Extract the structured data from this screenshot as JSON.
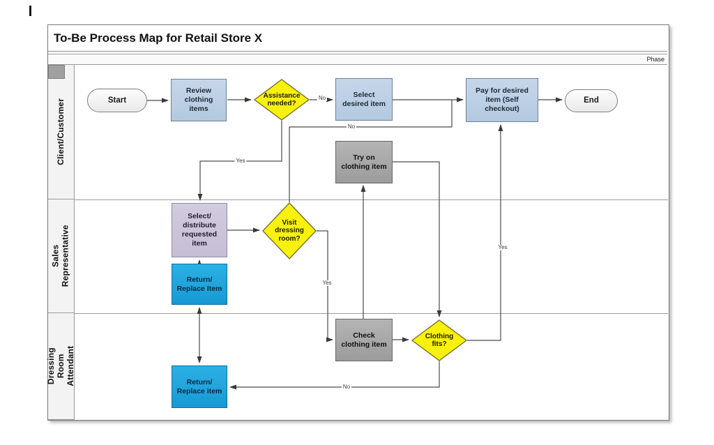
{
  "page": {
    "title": "To-Be Process Map for Retail Store X",
    "phase_label": "Phase"
  },
  "lanes": [
    {
      "label": "Client/Customer"
    },
    {
      "label": "Sales Representative"
    },
    {
      "label": "Dressing Room\nAttendant"
    }
  ],
  "nodes": {
    "start": {
      "type": "terminator",
      "label": "Start"
    },
    "review": {
      "type": "process",
      "label": "Review\nclothing\nitems"
    },
    "assistance": {
      "type": "decision",
      "label": "Assistance\nneeded?"
    },
    "select_item": {
      "type": "process",
      "label": "Select\ndesired item"
    },
    "try_on": {
      "type": "process",
      "label": "Try on\nclothing item"
    },
    "pay": {
      "type": "process",
      "label": "Pay for desired\nitem (Self\ncheckout)"
    },
    "end": {
      "type": "terminator",
      "label": "End"
    },
    "select_distribute": {
      "type": "process",
      "label": "Select/\ndistribute\nrequested\nitem"
    },
    "visit_dressing": {
      "type": "decision",
      "label": "Visit\ndressing\nroom?"
    },
    "return_replace_sales": {
      "type": "process",
      "label": "Return/\nReplace Item"
    },
    "check_item": {
      "type": "process",
      "label": "Check\nclothing item"
    },
    "clothing_fits": {
      "type": "decision",
      "label": "Clothing\nfits?"
    },
    "return_replace_attendant": {
      "type": "process",
      "label": "Return/\nReplace item"
    }
  },
  "edge_labels": {
    "assistance_no": "No",
    "assistance_yes": "Yes",
    "visit_no": "No",
    "visit_yes": "Yes",
    "fits_yes": "Yes",
    "fits_no": "No"
  },
  "colors": {
    "process_blue": "#bdd0e6",
    "process_gray": "#a6a6a6",
    "process_lavender": "#ccc5d9",
    "process_cyan": "#1ba3da",
    "decision_yellow": "#f8f00d",
    "connector": "#4a4a4a"
  }
}
